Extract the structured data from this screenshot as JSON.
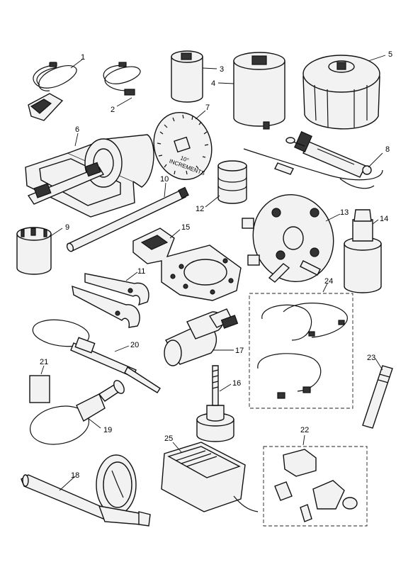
{
  "parts": {
    "1": {
      "number": "1"
    },
    "2": {
      "number": "2"
    },
    "3": {
      "number": "3"
    },
    "4": {
      "number": "4"
    },
    "5": {
      "number": "5"
    },
    "6": {
      "number": "6"
    },
    "7": {
      "number": "7",
      "label_line1": "10°",
      "label_line2": "INCREMENTS"
    },
    "8": {
      "number": "8"
    },
    "9": {
      "number": "9"
    },
    "10": {
      "number": "10"
    },
    "11": {
      "number": "11"
    },
    "12": {
      "number": "12"
    },
    "13": {
      "number": "13"
    },
    "14": {
      "number": "14"
    },
    "15": {
      "number": "15"
    },
    "16": {
      "number": "16"
    },
    "17": {
      "number": "17"
    },
    "18": {
      "number": "18"
    },
    "19": {
      "number": "19"
    },
    "20": {
      "number": "20"
    },
    "21": {
      "number": "21"
    },
    "22": {
      "number": "22"
    },
    "23": {
      "number": "23"
    },
    "24": {
      "number": "24"
    },
    "25": {
      "number": "25"
    }
  }
}
